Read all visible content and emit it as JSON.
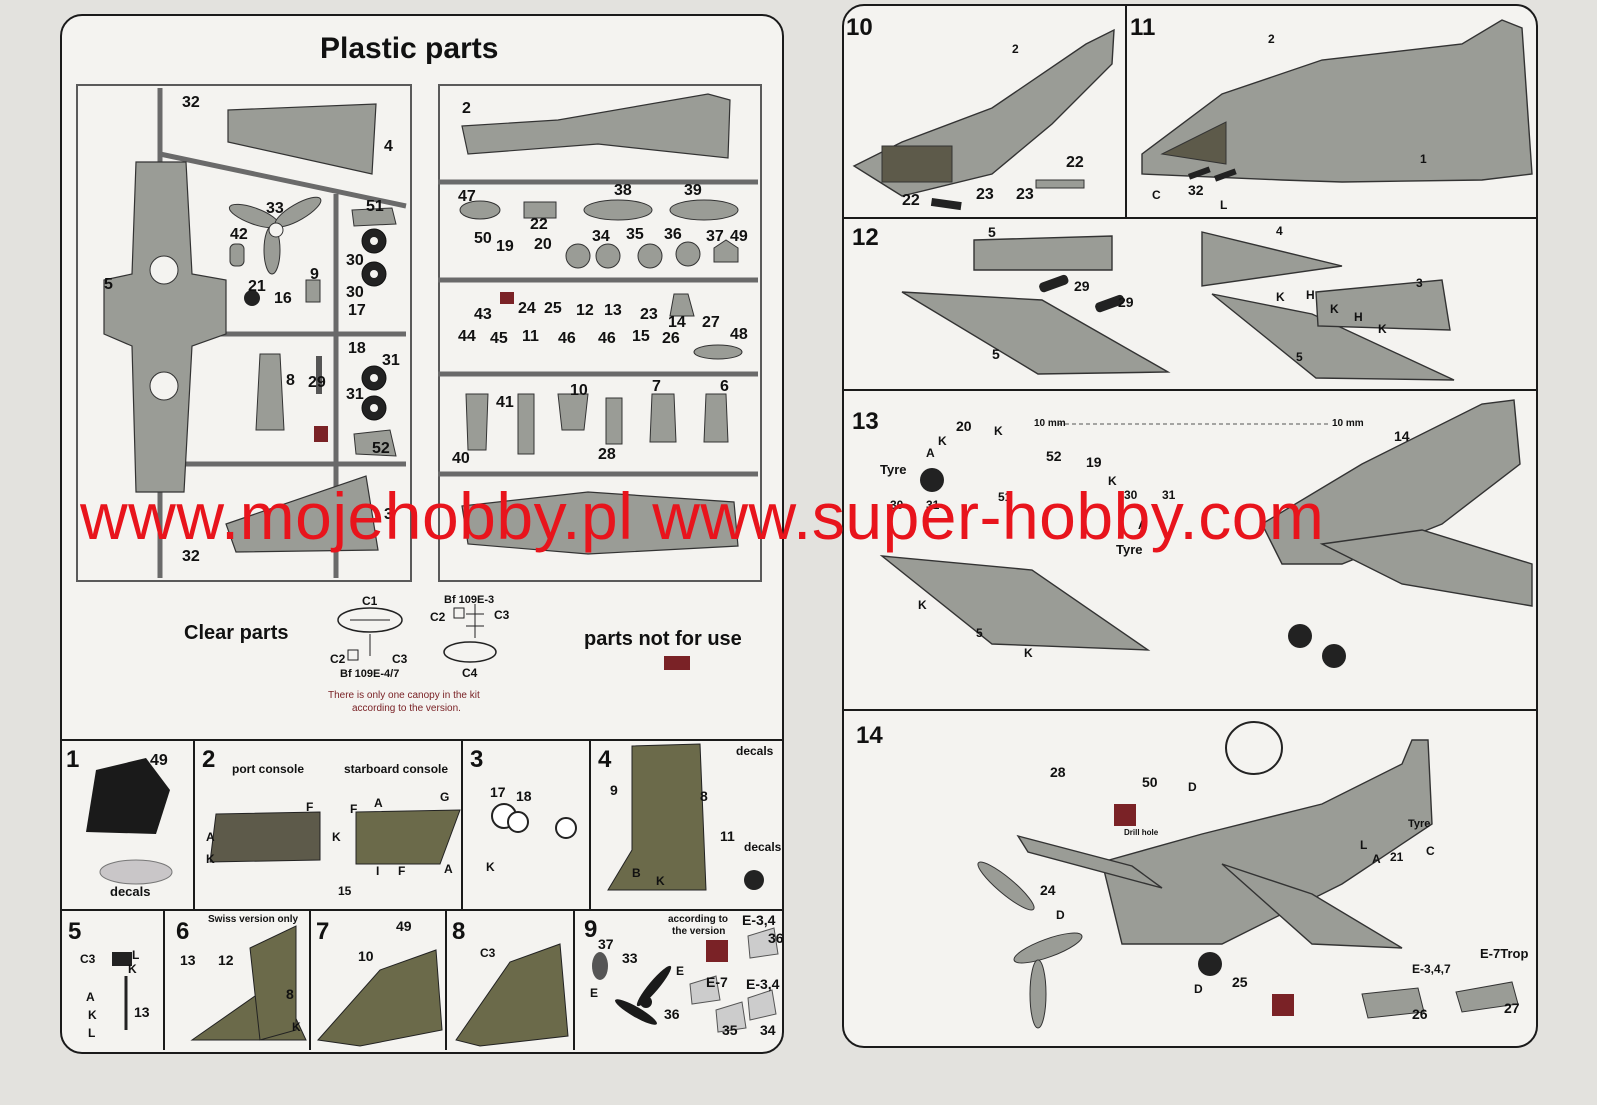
{
  "left_sheet": {
    "title": "Plastic parts",
    "frame_a_labels": [
      "32",
      "4",
      "33",
      "51",
      "42",
      "30",
      "5",
      "21",
      "16",
      "9",
      "30",
      "17",
      "18",
      "8",
      "29",
      "31",
      "31",
      "52",
      "3",
      "32"
    ],
    "frame_b_labels": [
      "2",
      "47",
      "22",
      "38",
      "39",
      "50",
      "19",
      "20",
      "34",
      "35",
      "36",
      "37",
      "49",
      "43",
      "24",
      "25",
      "12",
      "13",
      "23",
      "14",
      "27",
      "44",
      "45",
      "11",
      "46",
      "46",
      "15",
      "26",
      "48",
      "41",
      "10",
      "7",
      "6",
      "40",
      "28"
    ],
    "clear_parts": {
      "label": "Clear parts",
      "version_e47_parts": [
        "C1",
        "C2",
        "C3"
      ],
      "version_e47_label": "Bf 109E-4/7",
      "version_e3_label": "Bf 109E-3",
      "version_e3_parts": [
        "C2",
        "C3",
        "C4"
      ],
      "note_line1": "There is only one canopy in the kit",
      "note_line2": "according to the version."
    },
    "not_for_use_label": "parts not for use",
    "steps": [
      {
        "n": "1",
        "labels": [
          "49",
          "decals"
        ]
      },
      {
        "n": "2",
        "labels": [
          "port console",
          "starboard console",
          "F",
          "A",
          "K",
          "F",
          "A",
          "G",
          "K",
          "15",
          "I",
          "F",
          "A"
        ]
      },
      {
        "n": "3",
        "labels": [
          "17",
          "18",
          "K"
        ]
      },
      {
        "n": "4",
        "labels": [
          "decals",
          "9",
          "8",
          "11",
          "decals",
          "B",
          "K"
        ]
      },
      {
        "n": "5",
        "labels": [
          "C3",
          "L",
          "K",
          "A",
          "K",
          "L",
          "13"
        ]
      },
      {
        "n": "6",
        "labels": [
          "Swiss version only",
          "13",
          "12",
          "8",
          "K"
        ]
      },
      {
        "n": "7",
        "labels": [
          "49",
          "10"
        ]
      },
      {
        "n": "8",
        "labels": [
          "C3"
        ]
      },
      {
        "n": "9",
        "labels": [
          "according to",
          "the version",
          "37",
          "33",
          "E",
          "E",
          "36",
          "E-7",
          "E-3,4",
          "E-3,4",
          "36",
          "35",
          "34"
        ]
      }
    ]
  },
  "right_sheet": {
    "steps": [
      {
        "n": "10",
        "labels": [
          "2",
          "22",
          "23",
          "22",
          "23"
        ]
      },
      {
        "n": "11",
        "labels": [
          "2",
          "1",
          "C",
          "32",
          "L"
        ]
      },
      {
        "n": "12",
        "labels": [
          "5",
          "29",
          "29",
          "5",
          "4",
          "3",
          "K",
          "H",
          "K",
          "H",
          "K",
          "5"
        ]
      },
      {
        "n": "13",
        "labels": [
          "10 mm",
          "10 mm",
          "14",
          "20",
          "K",
          "K",
          "A",
          "Tyre",
          "30",
          "31",
          "51",
          "52",
          "19",
          "K",
          "30",
          "31",
          "A",
          "Tyre",
          "K",
          "5",
          "K"
        ]
      },
      {
        "n": "14",
        "labels": [
          "28",
          "50",
          "D",
          "Drill hole",
          "Tyre",
          "L",
          "C",
          "A",
          "21",
          "24",
          "D",
          "D",
          "25",
          "E-7Trop",
          "E-3,4,7",
          "26",
          "27"
        ]
      }
    ]
  },
  "watermark": "www.mojehobby.pl www.super-hobby.com",
  "colors": {
    "background": "#e3e2de",
    "sheet": "#f4f3f0",
    "part_grey": "#9a9c96",
    "part_dark": "#5d5a4a",
    "olive": "#6b6a4a",
    "not_for_use": "#7a2226",
    "watermark": "#e8141c",
    "line": "#1a1a1a"
  }
}
